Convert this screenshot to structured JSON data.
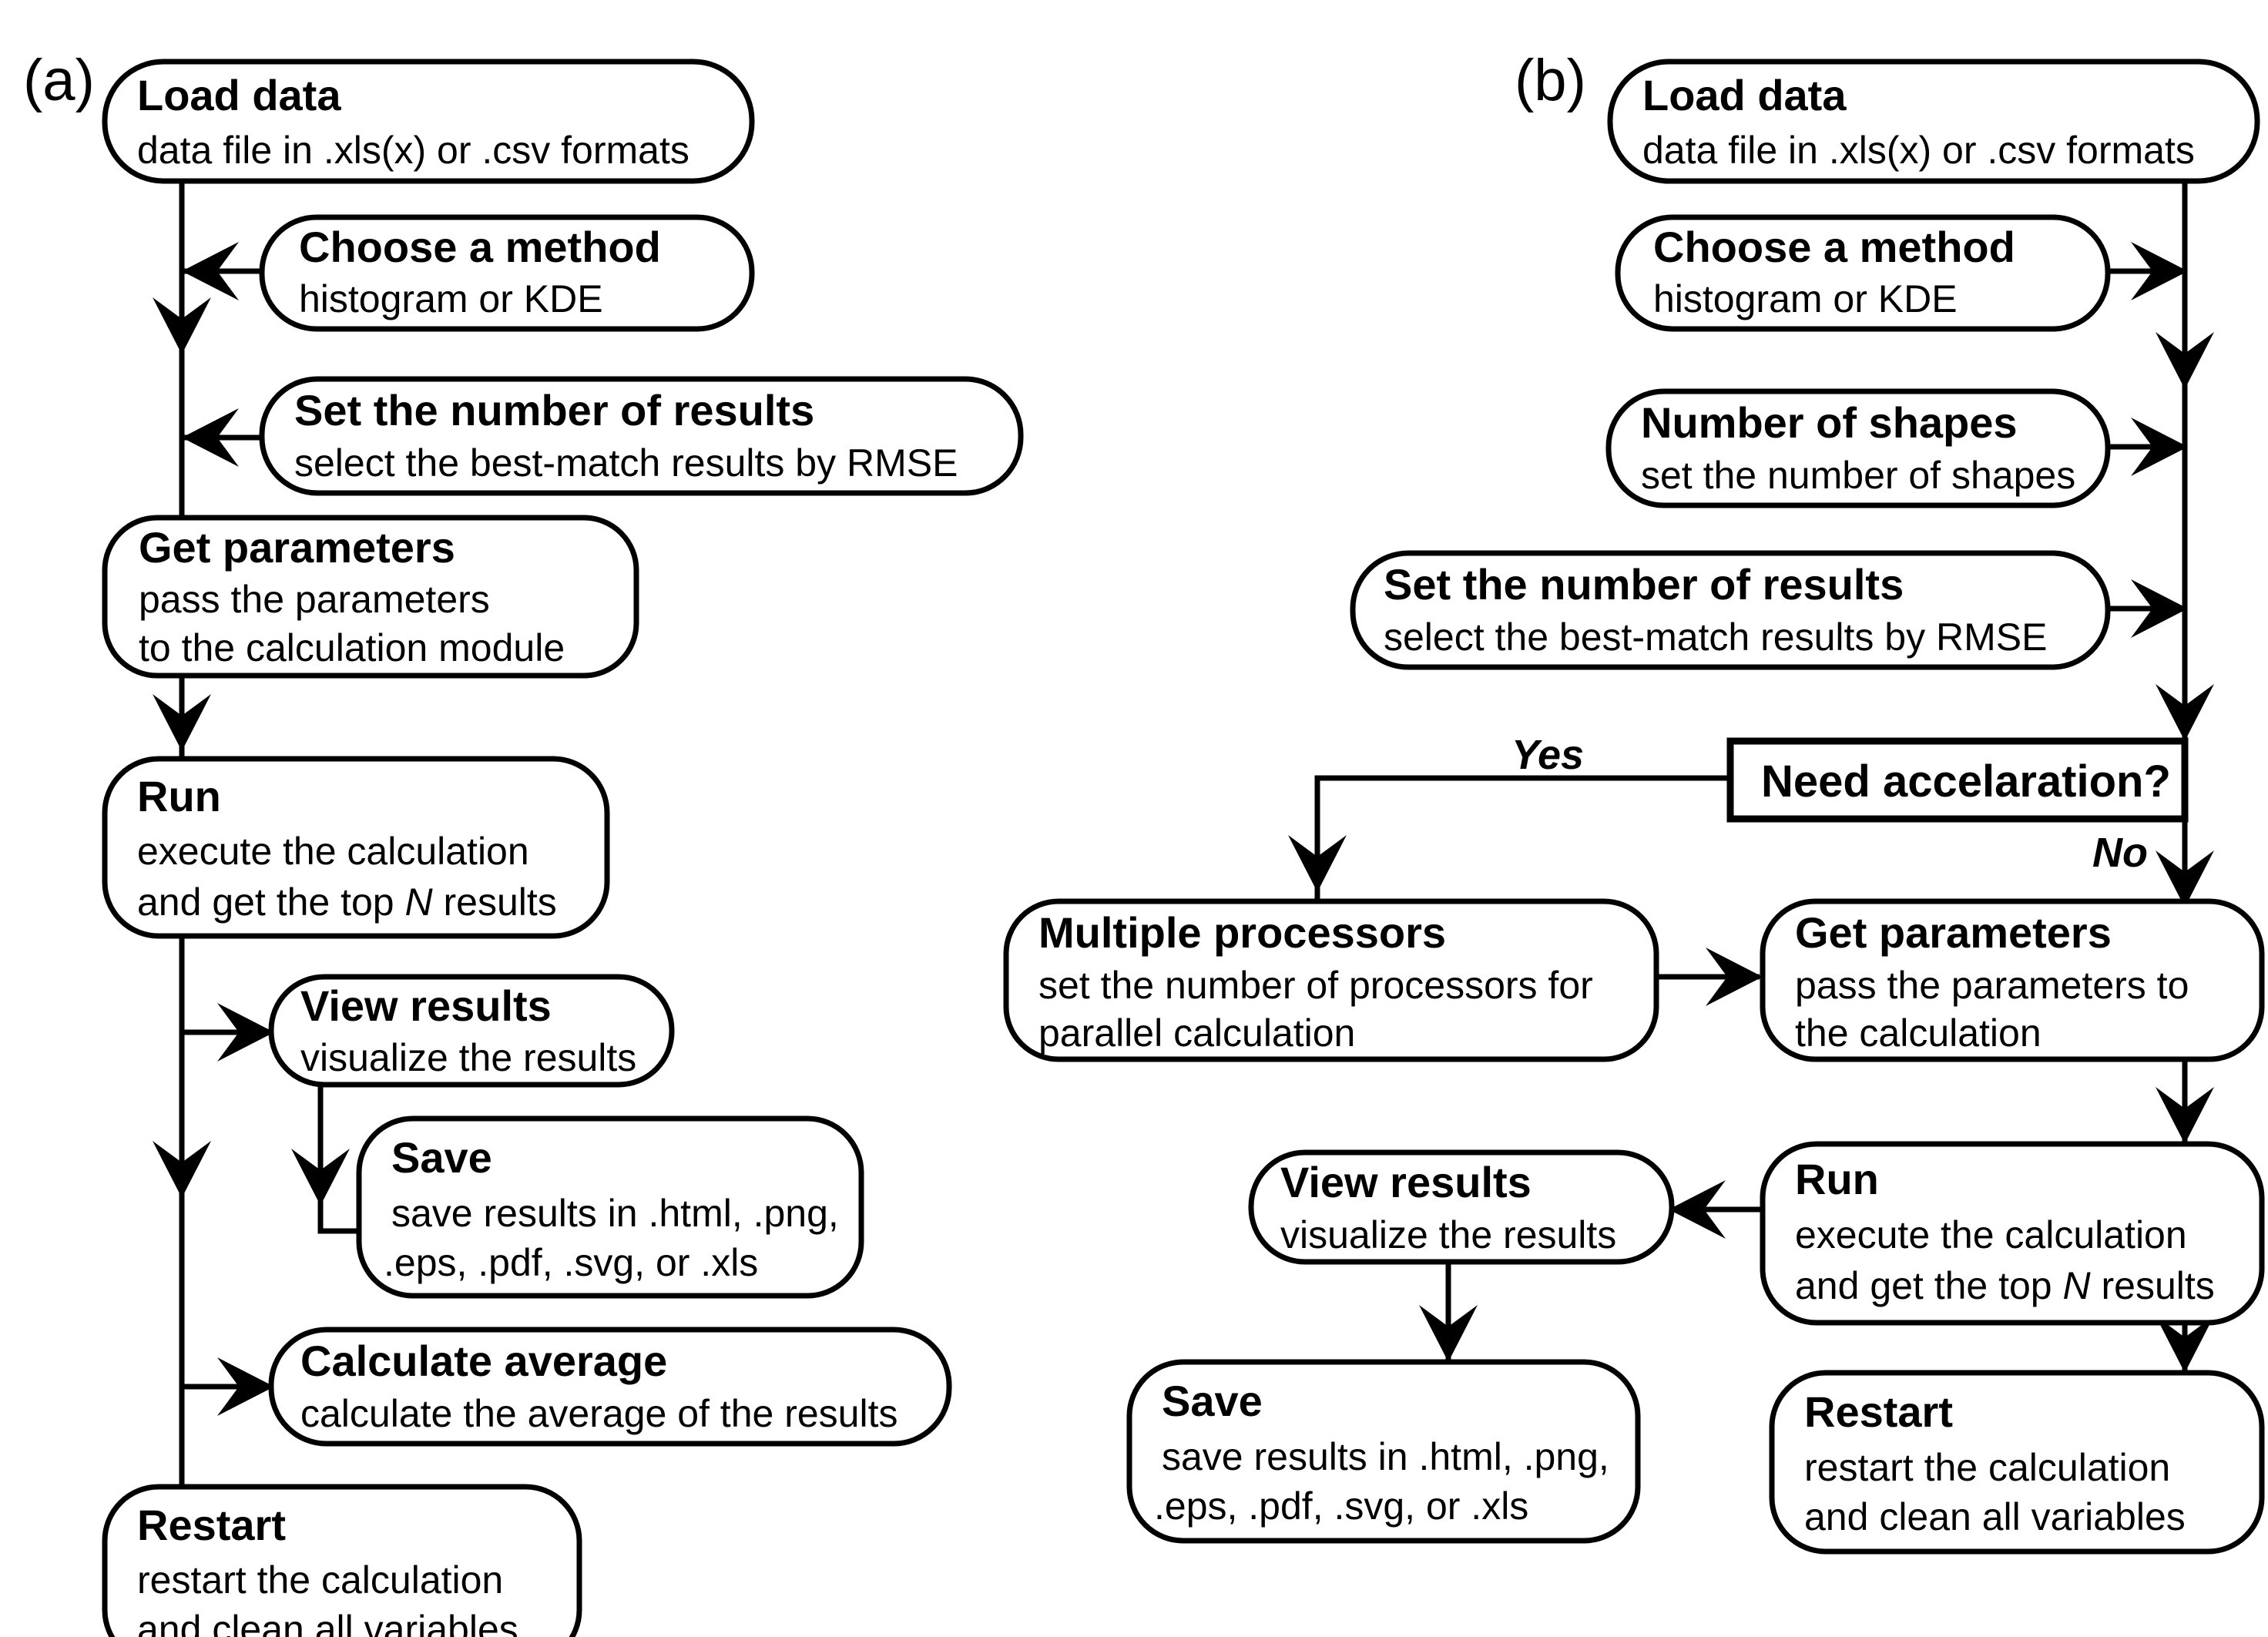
{
  "figure": {
    "type": "flowchart",
    "panels": [
      {
        "id": "a",
        "label": "(a)",
        "nodes": [
          {
            "id": "a-load-data",
            "shape": "rounded",
            "title": "Load data",
            "lines": [
              "data file in .xls(x) or .csv formats"
            ]
          },
          {
            "id": "a-choose-method",
            "shape": "rounded",
            "title": "Choose a method",
            "lines": [
              "histogram or KDE"
            ]
          },
          {
            "id": "a-set-num-results",
            "shape": "rounded",
            "title": "Set the number of results",
            "lines": [
              "select the best-match results by RMSE"
            ]
          },
          {
            "id": "a-get-parameters",
            "shape": "rounded",
            "title": "Get parameters",
            "lines": [
              "pass the parameters",
              "to the calculation module"
            ]
          },
          {
            "id": "a-run",
            "shape": "rounded",
            "title": "Run",
            "lines": [
              "execute the calculation",
              "and get the top N results"
            ]
          },
          {
            "id": "a-view-results",
            "shape": "rounded",
            "title": "View results",
            "lines": [
              "visualize the results"
            ]
          },
          {
            "id": "a-save",
            "shape": "rounded",
            "title": "Save",
            "lines": [
              "save results in .html, .png,",
              ".eps, .pdf, .svg, or .xls"
            ]
          },
          {
            "id": "a-calculate-average",
            "shape": "rounded",
            "title": "Calculate average",
            "lines": [
              "calculate the average of the results"
            ]
          },
          {
            "id": "a-restart",
            "shape": "rounded",
            "title": "Restart",
            "lines": [
              "restart the calculation",
              "and clean all variables"
            ]
          }
        ],
        "edge_labels": []
      },
      {
        "id": "b",
        "label": "(b)",
        "nodes": [
          {
            "id": "b-load-data",
            "shape": "rounded",
            "title": "Load data",
            "lines": [
              "data file in .xls(x) or .csv formats"
            ]
          },
          {
            "id": "b-choose-method",
            "shape": "rounded",
            "title": "Choose a method",
            "lines": [
              "histogram or KDE"
            ]
          },
          {
            "id": "b-number-of-shapes",
            "shape": "rounded",
            "title": "Number of shapes",
            "lines": [
              "set the number of shapes"
            ]
          },
          {
            "id": "b-set-num-results",
            "shape": "rounded",
            "title": "Set the number of results",
            "lines": [
              "select the best-match results by RMSE"
            ]
          },
          {
            "id": "b-need-acceleration",
            "shape": "rectangle",
            "title": "Need accelaration?",
            "lines": []
          },
          {
            "id": "b-multiple-processors",
            "shape": "rounded",
            "title": "Multiple processors",
            "lines": [
              "set the number of processors for",
              "parallel calculation"
            ]
          },
          {
            "id": "b-get-parameters",
            "shape": "rounded",
            "title": "Get parameters",
            "lines": [
              "pass the parameters to",
              "the calculation"
            ]
          },
          {
            "id": "b-run",
            "shape": "rounded",
            "title": "Run",
            "lines": [
              "execute the calculation",
              "and get the top N results"
            ]
          },
          {
            "id": "b-view-results",
            "shape": "rounded",
            "title": "View results",
            "lines": [
              "visualize the results"
            ]
          },
          {
            "id": "b-save",
            "shape": "rounded",
            "title": "Save",
            "lines": [
              "save results in .html, .png,",
              ".eps, .pdf, .svg, or .xls"
            ]
          },
          {
            "id": "b-restart",
            "shape": "rounded",
            "title": "Restart",
            "lines": [
              "restart the calculation",
              "and clean all variables"
            ]
          }
        ],
        "edge_labels": [
          {
            "id": "b-yes-label",
            "text": "Yes"
          },
          {
            "id": "b-no-label",
            "text": "No"
          }
        ]
      }
    ],
    "colors": {
      "stroke": "#000000",
      "fill": "#ffffff",
      "background": "#ffffff"
    }
  },
  "panel_a": {
    "label": "(a)",
    "load_data": {
      "title": "Load data",
      "l1": "data file in .xls(x) or .csv formats"
    },
    "choose_method": {
      "title": "Choose a method",
      "l1": "histogram or KDE"
    },
    "set_results": {
      "title": "Set the number of results",
      "l1": "select the best-match results by RMSE"
    },
    "get_parameters": {
      "title": "Get parameters",
      "l1": "pass the parameters",
      "l2": "to the calculation module"
    },
    "run": {
      "title": "Run",
      "l1": "execute the calculation",
      "l2_pre": "and get the top ",
      "l2_em": "N",
      "l2_post": " results"
    },
    "view_results": {
      "title": "View results",
      "l1": "visualize the results"
    },
    "save": {
      "title": "Save",
      "l1": "save results in .html, .png,",
      "l2": ".eps, .pdf, .svg, or .xls"
    },
    "calculate_average": {
      "title": "Calculate average",
      "l1": "calculate the average of the results"
    },
    "restart": {
      "title": "Restart",
      "l1": "restart the calculation",
      "l2": "and clean all variables"
    }
  },
  "panel_b": {
    "label": "(b)",
    "load_data": {
      "title": "Load data",
      "l1": "data file in .xls(x) or .csv formats"
    },
    "choose_method": {
      "title": "Choose a method",
      "l1": "histogram or KDE"
    },
    "number_shapes": {
      "title": "Number of shapes",
      "l1": "set the number of shapes"
    },
    "set_results": {
      "title": "Set the number of results",
      "l1": "select the best-match results by RMSE"
    },
    "decision": {
      "title": "Need accelaration?"
    },
    "yes_label": "Yes",
    "no_label": "No",
    "multiple_processors": {
      "title": "Multiple processors",
      "l1": "set the number of processors for",
      "l2": "parallel calculation"
    },
    "get_parameters": {
      "title": "Get parameters",
      "l1": "pass the parameters to",
      "l2": "the calculation"
    },
    "run": {
      "title": "Run",
      "l1": "execute the calculation",
      "l2_pre": "and get the top ",
      "l2_em": "N",
      "l2_post": " results"
    },
    "view_results": {
      "title": "View results",
      "l1": "visualize the results"
    },
    "save": {
      "title": "Save",
      "l1": "save results in .html, .png,",
      "l2": ".eps, .pdf, .svg, or .xls"
    },
    "restart": {
      "title": "Restart",
      "l1": "restart the calculation",
      "l2": "and clean all variables"
    }
  }
}
